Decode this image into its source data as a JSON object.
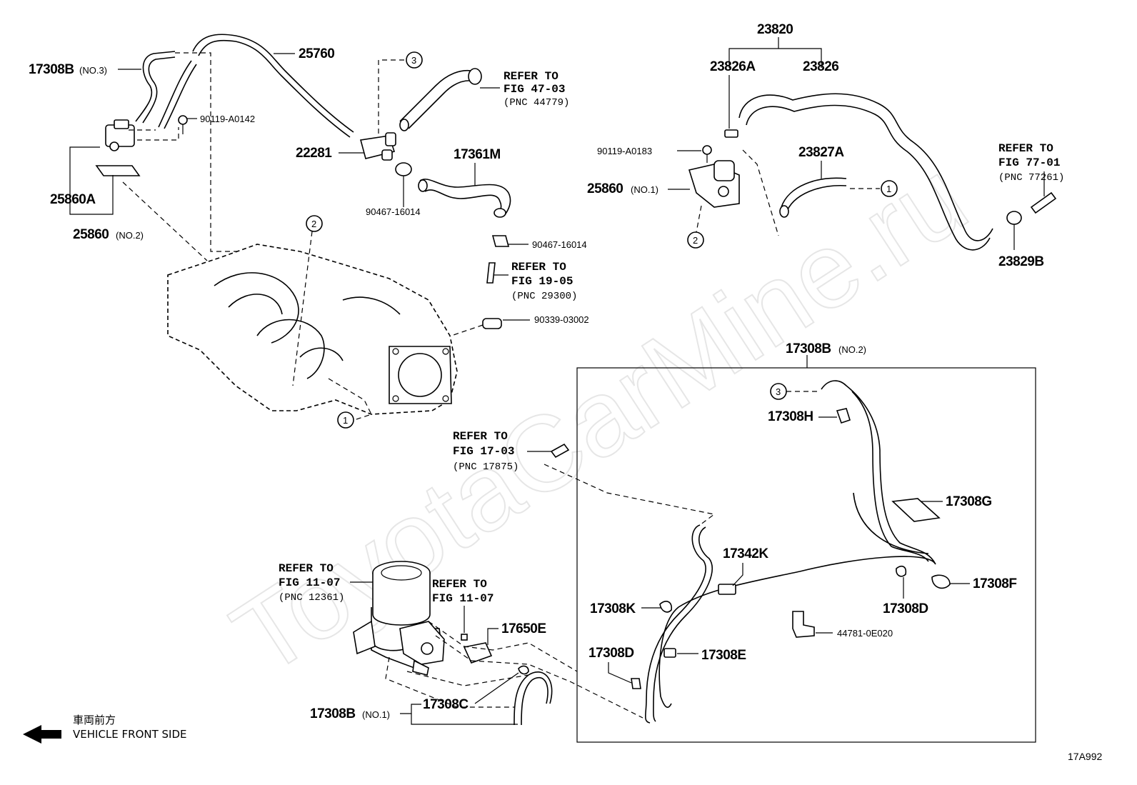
{
  "watermark": "ToyotaCarMine.ru",
  "figure_code": "17A992",
  "front_indicator": {
    "label_jp": "車両前方",
    "label_en": "VEHICLE FRONT SIDE"
  },
  "group_box_label": "17308B",
  "group_box_qualifier": "(NO.2)",
  "callout_numbers": [
    "1",
    "2",
    "3"
  ],
  "parts": {
    "p17308B_no3": "17308B",
    "p17308B_no3_q": "(NO.3)",
    "p25760": "25760",
    "p90119_A0142": "90119-A0142",
    "p25860A": "25860A",
    "p25860_no2": "25860",
    "p25860_no2_q": "(NO.2)",
    "p22281": "22281",
    "p90467_16014_a": "90467-16014",
    "p17361M": "17361M",
    "p90467_16014_b": "90467-16014",
    "p90339_03002": "90339-03002",
    "p23820": "23820",
    "p23826A": "23826A",
    "p23826": "23826",
    "p90119_A0183": "90119-A0183",
    "p25860_no1": "25860",
    "p25860_no1_q": "(NO.1)",
    "p23827A": "23827A",
    "p23829B": "23829B",
    "p17308H": "17308H",
    "p17308G": "17308G",
    "p17342K": "17342K",
    "p17308K": "17308K",
    "p17308D_a": "17308D",
    "p17308F": "17308F",
    "p44781": "44781-0E020",
    "p17308D_b": "17308D",
    "p17308E": "17308E",
    "p17650E": "17650E",
    "p17308C": "17308C",
    "p17308B_no1": "17308B",
    "p17308B_no1_q": "(NO.1)"
  },
  "references": {
    "r47": {
      "l1": "REFER TO",
      "l2": "FIG 47-03",
      "l3": "(PNC 44779)"
    },
    "r19": {
      "l1": "REFER TO",
      "l2": "FIG 19-05",
      "l3": "(PNC 29300)"
    },
    "r77": {
      "l1": "REFER TO",
      "l2": "FIG 77-01",
      "l3": "(PNC 77261)"
    },
    "r17": {
      "l1": "REFER TO",
      "l2": "FIG 17-03",
      "l3": "(PNC 17875)"
    },
    "r11a": {
      "l1": "REFER TO",
      "l2": "FIG 11-07",
      "l3": "(PNC 12361)"
    },
    "r11b": {
      "l1": "REFER TO",
      "l2": "FIG 11-07"
    }
  }
}
